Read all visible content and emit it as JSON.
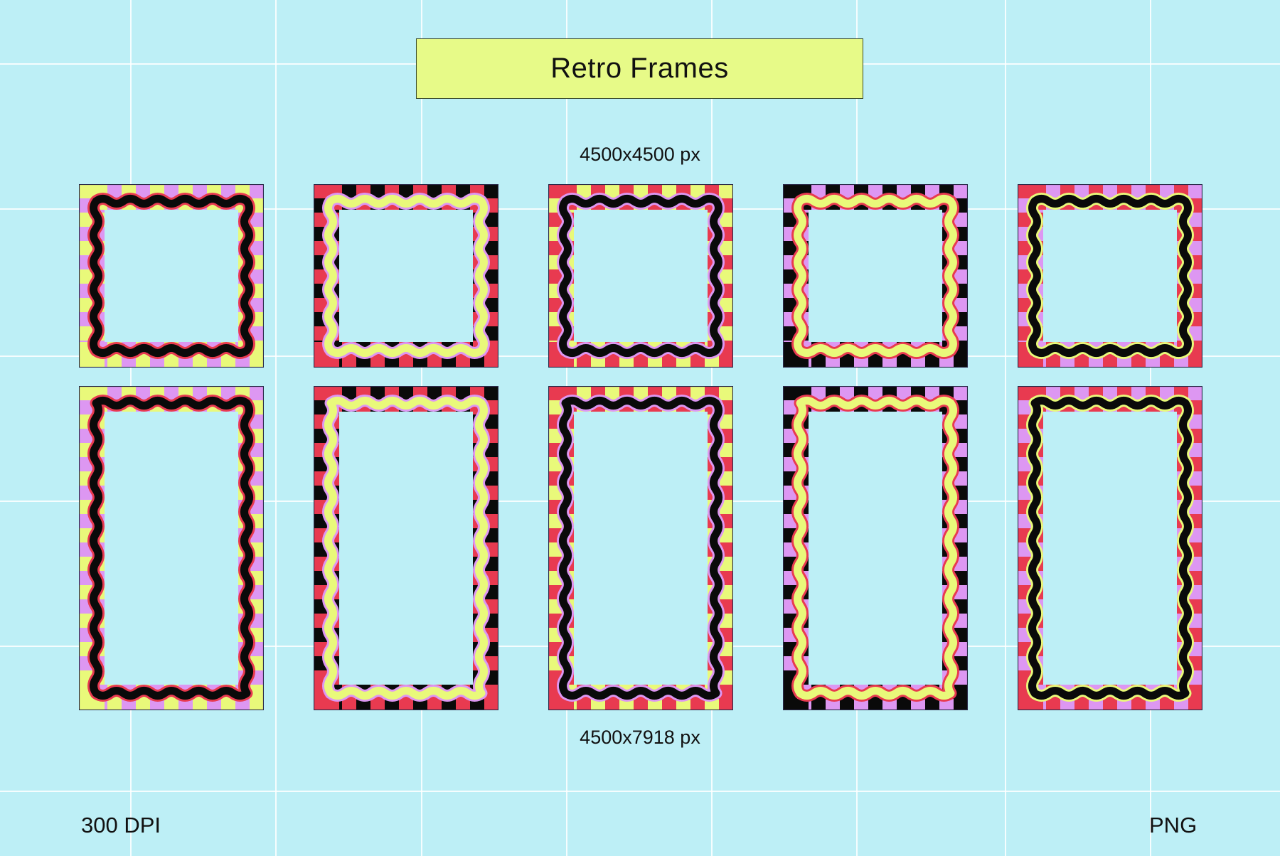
{
  "header": {
    "title": "Retro Frames"
  },
  "labels": {
    "square_size": "4500x4500 px",
    "tall_size": "4500x7918 px",
    "resolution": "300 DPI",
    "format": "PNG"
  },
  "colors": {
    "background": "#bdeff6",
    "grid_line": "#ffffff",
    "title_bg": "#e7fa88",
    "yellow": "#e9f97a",
    "lilac": "#dd97f2",
    "red": "#e83a50",
    "black": "#0a0a0a"
  },
  "frames": {
    "square": [
      {
        "id": "sq-1",
        "checker": [
          "#dd97f2",
          "#e9f97a"
        ],
        "wave": "#0a0a0a",
        "outline": "#e83a50"
      },
      {
        "id": "sq-2",
        "checker": [
          "#0a0a0a",
          "#e83a50"
        ],
        "wave": "#e9f97a",
        "outline": "#dd97f2"
      },
      {
        "id": "sq-3",
        "checker": [
          "#e9f97a",
          "#e83a50"
        ],
        "wave": "#0a0a0a",
        "outline": "#dd97f2"
      },
      {
        "id": "sq-4",
        "checker": [
          "#dd97f2",
          "#0a0a0a"
        ],
        "wave": "#e9f97a",
        "outline": "#e83a50"
      },
      {
        "id": "sq-5",
        "checker": [
          "#dd97f2",
          "#e83a50"
        ],
        "wave": "#0a0a0a",
        "outline": "#e9f97a"
      }
    ],
    "tall": [
      {
        "id": "tall-1",
        "checker": [
          "#dd97f2",
          "#e9f97a"
        ],
        "wave": "#0a0a0a",
        "outline": "#e83a50"
      },
      {
        "id": "tall-2",
        "checker": [
          "#0a0a0a",
          "#e83a50"
        ],
        "wave": "#e9f97a",
        "outline": "#dd97f2"
      },
      {
        "id": "tall-3",
        "checker": [
          "#e9f97a",
          "#e83a50"
        ],
        "wave": "#0a0a0a",
        "outline": "#dd97f2"
      },
      {
        "id": "tall-4",
        "checker": [
          "#dd97f2",
          "#0a0a0a"
        ],
        "wave": "#e9f97a",
        "outline": "#e83a50"
      },
      {
        "id": "tall-5",
        "checker": [
          "#dd97f2",
          "#e83a50"
        ],
        "wave": "#0a0a0a",
        "outline": "#e9f97a"
      }
    ]
  }
}
